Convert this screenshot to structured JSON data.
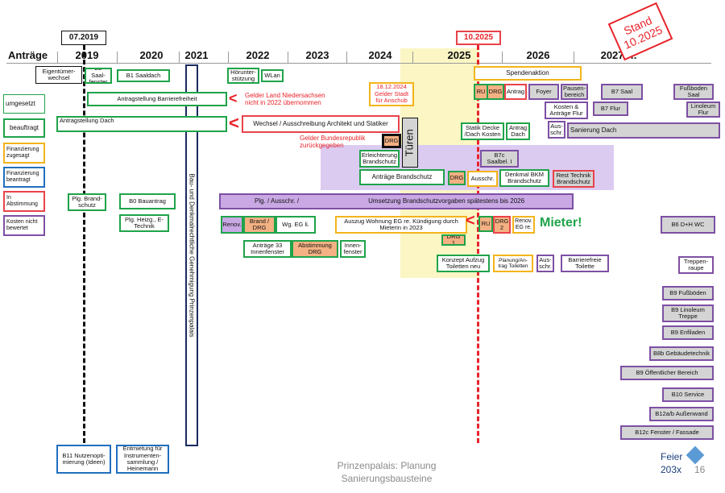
{
  "title": {
    "antraege": "Anträge",
    "years": [
      "2019",
      "2020",
      "2021",
      "2022",
      "2023",
      "2024",
      "2025",
      "2026",
      "2027 ff."
    ],
    "date_start": "07.2019",
    "date_now": "10.2025",
    "stamp_line1": "Stand",
    "stamp_line2": "10.2025"
  },
  "legend": [
    {
      "label": "umgesetzt",
      "color": "#1fa34a"
    },
    {
      "label": "beauftragt",
      "color": "#1fa34a"
    },
    {
      "label": "Finanzierung zugesagt",
      "color": "#f3b41b"
    },
    {
      "label": "Finanzierung beantragt",
      "color": "#1f6fbf"
    },
    {
      "label": "In Abstimmung",
      "color": "#e8434a"
    },
    {
      "label": "Kosten nicht bewertet",
      "color": "#7e4fa4"
    }
  ],
  "vertical_label": "Bau- und Denkmalrechtliche Genehmigung Prinzenpalais",
  "tueren": "Türen",
  "mieter": "Mieter!",
  "red_notes": {
    "land": "Gelder Land Niedersachsen nicht in 2022 übernommen",
    "bund": "Gelder Bundesrepublik zurückgegeben",
    "stadt": "18.12.2024 Gelder Stadt für Anschub"
  },
  "boxes": {
    "eigentuemer": "Eigentümer-wechsel",
    "b2": "B2 Saal-fenster",
    "b1": "B1 Saaldach",
    "hoerunter": "Hörunter-stützung",
    "wlan": "WLan",
    "barriere_antrag": "Antragstellung Barrierefreiheit",
    "antrag_dach": "Antragstellung Dach",
    "wechsel": "Wechsel / Ausschreibung Architekt und Statiker",
    "drg": "DRG",
    "erleichterung": "Erleichterung Brandschutz",
    "antraege_brand": "Anträge Brandschutz",
    "ausschr": "Ausschr.",
    "denkmal_bkm": "Denkmal BKM Brandschutz",
    "rest_technik": "Rest Technik Brandschutz",
    "plg_brand": "Plg. Brand-schutz",
    "b0": "B0 Bauantrag",
    "plg_ausschr": "Plg. / Ausschr. /",
    "umsetzung": "Umsetzung Brandschutzvorgaben spätestens bis 2026",
    "plg_heizg": "Plg. Heizg., E-Technik",
    "renov": "Renov.",
    "brand_drg": "Brand / DRG",
    "wg_eg": "Wg. EG li.",
    "auszug": "Auszug Wohnung EG re. Kündigung durch Mieterin in 2023",
    "ru": "RU",
    "drg2": "DRG 2",
    "renov_eg": "Renov. EG re.",
    "drg1": "DRG 1",
    "antraege33": "Anträge 33 Innenfenster",
    "abstimmung": "Abstimmung DRG",
    "innenfenster": "Innen-fenster",
    "konzept": "Konzept Aufzug Toiletten neu",
    "planung": "Planung/An-trag Toiletten",
    "aus_schr": "Aus-schr.",
    "barrierefreie": "Barrierefreie Toilette",
    "spendenaktion": "Spendenaktion",
    "antrag": "Antrag",
    "foyer": "Foyer",
    "pausen": "Pausen-bereich",
    "kosten": "Kosten & Anträge Flur",
    "b7saal": "B7 Saal",
    "b7flur": "B7 Flur",
    "fussboden_saal": "Fußboden Saal",
    "linoleum_flur": "Linoleum Flur",
    "statik": "Statik Decke /Dach Kosten",
    "antrag_dach2": "Antrag Dach",
    "aus_schr2": "Aus-schr.",
    "sanierung_dach": "Sanierung Dach",
    "b7c": "B7c Saalbel. I",
    "b6": "B6 D+H WC",
    "treppenraupe": "Treppen-raupe",
    "b11": "B11 Nutzenopti-mierung (Ideen)",
    "entmietung": "Entmietung für Instrumenten-sammlung / Heinemann"
  },
  "right_list": [
    "B9 Fußböden",
    "B9 Linoleum Treppe",
    "B9 Enfiladen",
    "B8b Gebäudetechnik",
    "B9 Öffentlicher Bereich",
    "B10 Service",
    "B12a/b Außenwand",
    "B12c Fenster / Fassade"
  ],
  "footer": {
    "line1": "Prinzenpalais: Planung",
    "line2": "Sanierungsbausteine",
    "feier1": "Feier",
    "feier2": "203x",
    "page": "16"
  }
}
